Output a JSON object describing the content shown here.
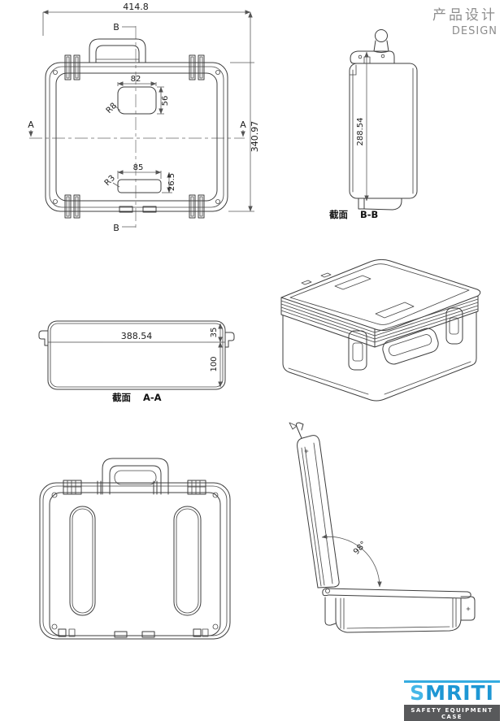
{
  "header": {
    "title_cn": "产品设计",
    "title_en": "DESIGN"
  },
  "front_view": {
    "dim_width": "414.8",
    "dim_height": "340.97",
    "label_b_top": "B",
    "label_b_bottom": "B",
    "label_a_left": "A",
    "label_a_right": "A",
    "recess_top": {
      "width": "82",
      "height": "56",
      "radius": "R8"
    },
    "recess_bottom": {
      "width": "85",
      "height": "26.5",
      "radius": "R3"
    }
  },
  "section_bb": {
    "dim_height": "288.54",
    "label_cn": "截面",
    "label_id": "B-B"
  },
  "section_aa": {
    "dim_width": "388.54",
    "dim_lid": "35",
    "dim_base": "100",
    "label_cn": "截面",
    "label_id": "A-A"
  },
  "open_view": {
    "angle": "98°"
  },
  "logo": {
    "brand_first": "S",
    "brand_rest": "MRITI",
    "tagline": "SAFETY EQUIPMENT CASE"
  },
  "colors": {
    "line": "#3d3d3d",
    "brand_blue": "#1e97d4",
    "brand_light": "#45b7e8",
    "tagline_bg": "#58595b",
    "header_gray": "#8d8d8d"
  }
}
